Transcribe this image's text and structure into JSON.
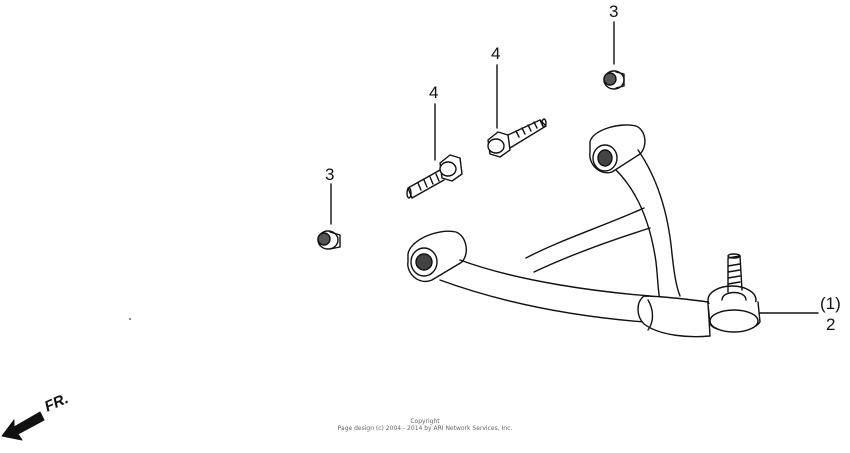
{
  "callouts": {
    "nut_top": "3",
    "nut_left": "3",
    "bolt_right": "4",
    "bolt_left": "4",
    "ball_joint_paren": "(1)",
    "ball_joint": "2"
  },
  "direction_label": "FR.",
  "copyright": {
    "line1": "Copyright",
    "line2": "Page design (c) 2004 - 2014 by ARI Network Services, Inc."
  }
}
